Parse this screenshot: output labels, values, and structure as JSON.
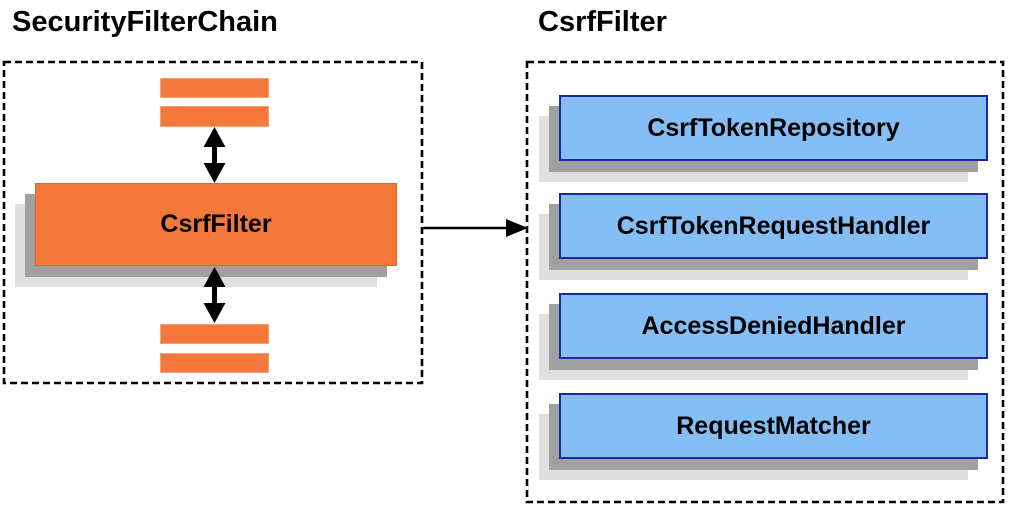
{
  "diagram": {
    "left": {
      "title": "SecurityFilterChain",
      "filter_box_label": "CsrfFilter"
    },
    "right": {
      "title": "CsrfFilter",
      "components": [
        "CsrfTokenRepository",
        "CsrfTokenRequestHandler",
        "AccessDeniedHandler",
        "RequestMatcher"
      ]
    },
    "icons": {
      "bidirectional_arrow": "↕",
      "flow_arrow": "→"
    },
    "colors": {
      "orange_fill": "#F4783C",
      "blue_fill": "#85BEF5",
      "blue_border": "#1B2AA3",
      "shadow_dark": "#A0A0A0",
      "shadow_light": "#E0E0E0",
      "dashed_border": "#000000",
      "arrow": "#000000"
    }
  }
}
